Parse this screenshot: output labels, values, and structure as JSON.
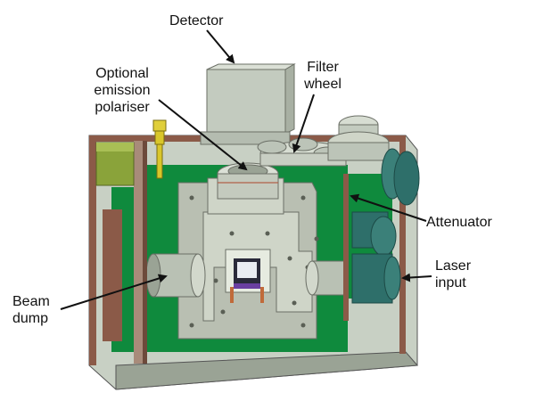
{
  "diagram": {
    "labels": {
      "detector": "Detector",
      "polariser": [
        "Optional",
        "emission",
        "polariser"
      ],
      "filter_wheel": [
        "Filter",
        "wheel"
      ],
      "attenuator": "Attenuator",
      "laser_input": [
        "Laser",
        "input"
      ],
      "beam_dump": [
        "Beam",
        "dump"
      ]
    },
    "colors": {
      "enclosure_wall": "#8b5a48",
      "floor": "#d6dcd0",
      "green_panel": "#0f8a3d",
      "plate": "#b9bfb2",
      "teal_optics": "#2e6f6a",
      "yellow_part": "#d9c62a",
      "leader_line": "#111111"
    }
  }
}
